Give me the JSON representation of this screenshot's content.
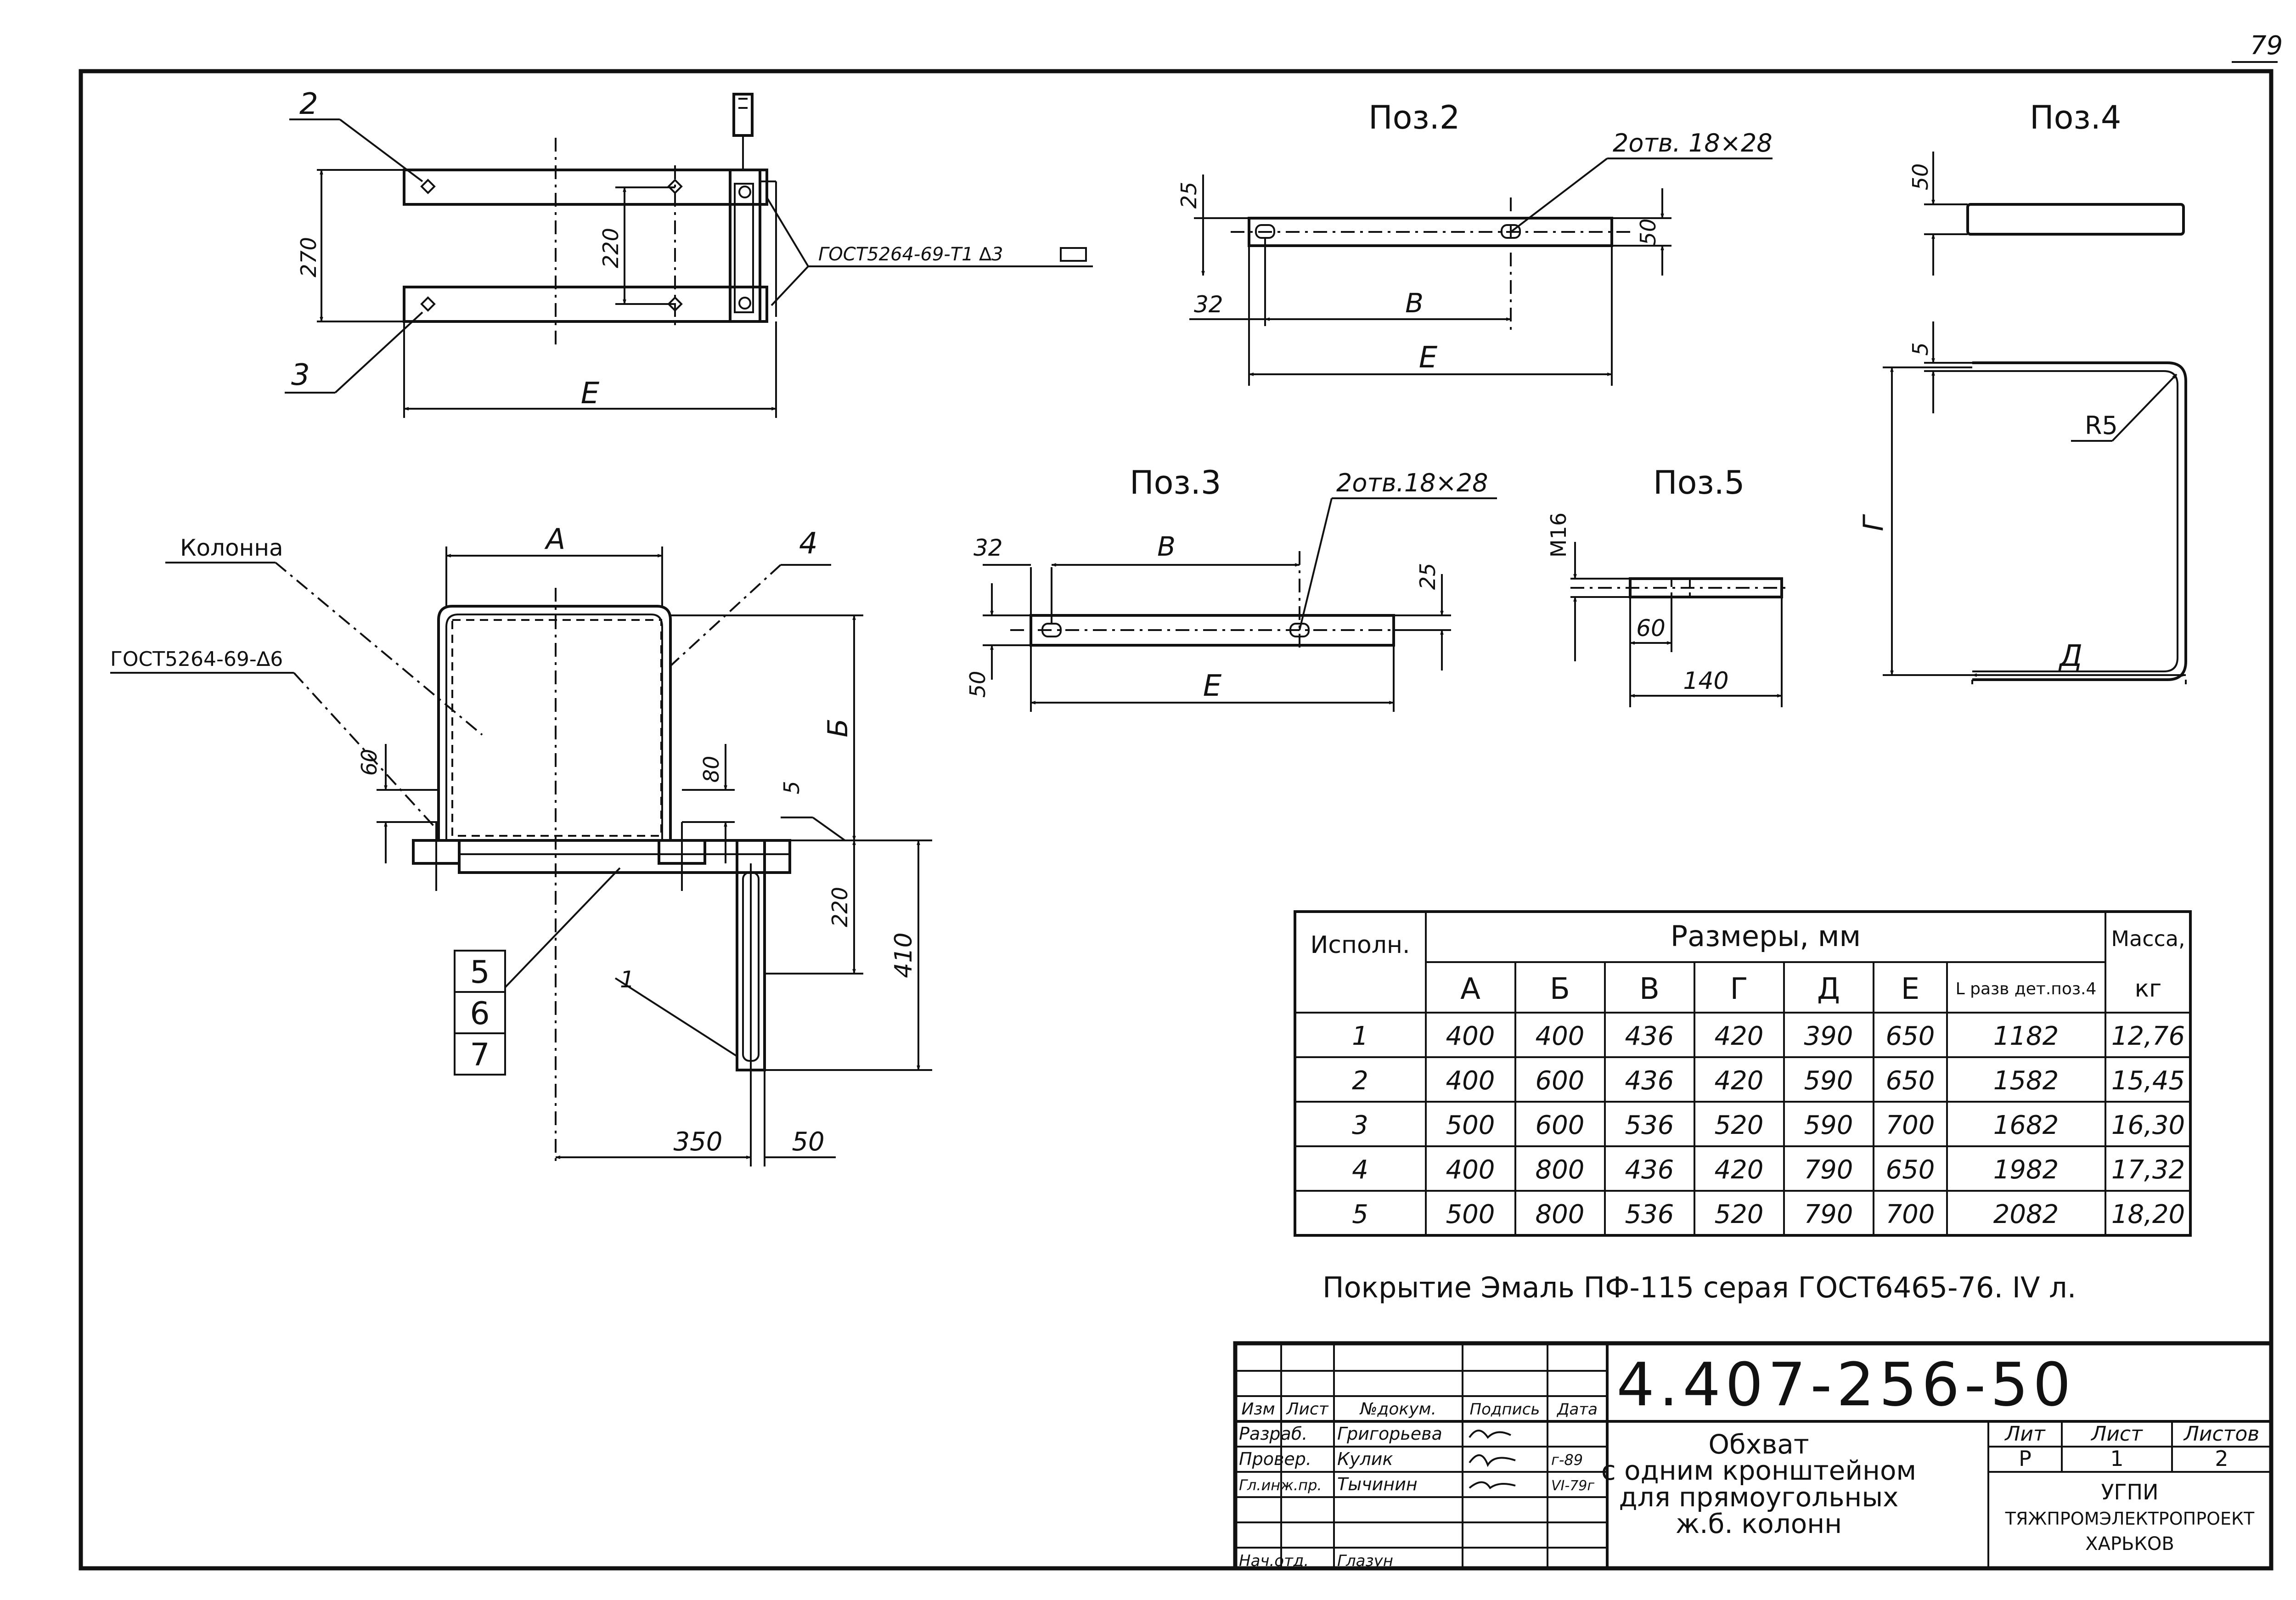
{
  "sheet": {
    "page_number": "79"
  },
  "main_view": {
    "pos_label_top": "2",
    "pos_label_bottom": "3",
    "dim_270": "270",
    "dim_220": "220",
    "dim_E": "Е",
    "weld_note": "ГОСТ5264-69-Т1 ∆3"
  },
  "pos2": {
    "title": "Поз.2",
    "holes": "2отв. 18×28",
    "dim_25": "25",
    "dim_50": "50",
    "dim_32": "32",
    "dim_B": "В",
    "dim_E": "Е"
  },
  "pos4": {
    "title": "Поз.4",
    "dim_50": "50",
    "dim_5": "5",
    "dim_R5": "R5",
    "dim_G": "Г",
    "dim_D": "Д"
  },
  "section_view": {
    "column_label": "Колонна",
    "weld_note": "ГОСТ5264-69-∆6",
    "dim_A": "А",
    "pos_label_4": "4",
    "dim_B": "Б",
    "dim_60": "60",
    "dim_80": "80",
    "dim_5": "5",
    "dim_220": "220",
    "dim_410": "410",
    "dim_350": "350",
    "dim_50": "50",
    "pos_label_1": "1",
    "pos_stack": [
      "5",
      "6",
      "7"
    ]
  },
  "pos3": {
    "title": "Поз.3",
    "holes": "2отв.18×28",
    "dim_32": "32",
    "dim_B": "В",
    "dim_25": "25",
    "dim_50": "50",
    "dim_E": "Е"
  },
  "pos5": {
    "title": "Поз.5",
    "dim_M16": "М16",
    "dim_60": "60",
    "dim_140": "140"
  },
  "table": {
    "header_variant": "Исполн.",
    "header_sizes": "Размеры, мм",
    "header_mass": "Масса,",
    "mass_unit": "кг",
    "columns": [
      "А",
      "Б",
      "В",
      "Г",
      "Д",
      "Е",
      "L разв дет.поз.4"
    ],
    "rows": [
      {
        "variant": "1",
        "A": "400",
        "B": "400",
        "V": "436",
        "G": "420",
        "D": "390",
        "E": "650",
        "L": "1182",
        "mass": "12,76"
      },
      {
        "variant": "2",
        "A": "400",
        "B": "600",
        "V": "436",
        "G": "420",
        "D": "590",
        "E": "650",
        "L": "1582",
        "mass": "15,45"
      },
      {
        "variant": "3",
        "A": "500",
        "B": "600",
        "V": "536",
        "G": "520",
        "D": "590",
        "E": "700",
        "L": "1682",
        "mass": "16,30"
      },
      {
        "variant": "4",
        "A": "400",
        "B": "800",
        "V": "436",
        "G": "420",
        "D": "790",
        "E": "650",
        "L": "1982",
        "mass": "17,32"
      },
      {
        "variant": "5",
        "A": "500",
        "B": "800",
        "V": "536",
        "G": "520",
        "D": "790",
        "E": "700",
        "L": "2082",
        "mass": "18,20"
      }
    ]
  },
  "coating_note": "Покрытие  Эмаль ПФ-115 серая ГОСТ6465-76. IV л.",
  "title_block": {
    "doc_number": "4.407-256-50",
    "col_headers": [
      "Изм",
      "Лист",
      "№докум.",
      "Подпись",
      "Дата"
    ],
    "people": [
      {
        "role": "Разраб.",
        "name": "Григорьева",
        "date": ""
      },
      {
        "role": "Провер.",
        "name": "Кулик",
        "date": "г-89"
      },
      {
        "role": "Гл.инж.пр.",
        "name": "Тычинин",
        "date": "VI-79г"
      },
      {
        "role": "Нач.отд.",
        "name": "Глазун",
        "date": ""
      }
    ],
    "name_lines": [
      "Обхват",
      "с одним кронштейном",
      "для прямоугольных",
      "ж.б. колонн"
    ],
    "stage_label": "Лит",
    "sheet_label": "Лист",
    "sheets_label": "Листов",
    "stage": "Р",
    "sheet": "1",
    "sheets": "2",
    "org_lines": [
      "УГПИ",
      "ТЯЖПРОМЭЛЕКТРОПРОЕКТ",
      "ХАРЬКОВ"
    ]
  }
}
